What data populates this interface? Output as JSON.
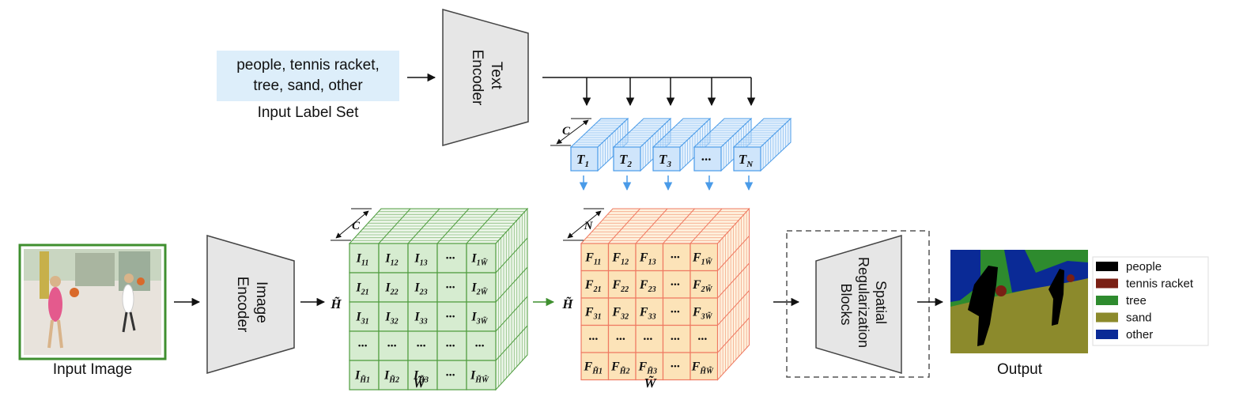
{
  "label_set": {
    "line1": "people, tennis racket,",
    "line2": "tree, sand, other",
    "caption": "Input Label Set"
  },
  "text_encoder": {
    "line1": "Text",
    "line2": "Encoder"
  },
  "image_encoder": {
    "line1": "Image",
    "line2": "Encoder"
  },
  "srb": {
    "line1": "Spatial",
    "line2": "Regularization",
    "line3": "Blocks"
  },
  "input_image_caption": "Input Image",
  "output_caption": "Output",
  "text_features": {
    "dim_label": "C",
    "tokens": [
      {
        "base": "T",
        "sub": "1"
      },
      {
        "base": "T",
        "sub": "2"
      },
      {
        "base": "T",
        "sub": "3"
      },
      {
        "base": "···",
        "sub": ""
      },
      {
        "base": "T",
        "sub": "N"
      }
    ]
  },
  "image_features": {
    "depth_label": "C",
    "height_label": "H̃",
    "width_label": "W̃",
    "cells": [
      [
        "I|11",
        "I|12",
        "I|13",
        "···|",
        "I|1W̃"
      ],
      [
        "I|21",
        "I|22",
        "I|23",
        "···|",
        "I|2W̃"
      ],
      [
        "I|31",
        "I|32",
        "I|33",
        "···|",
        "I|3W̃"
      ],
      [
        "···|",
        "···|",
        "···|",
        "···|",
        "···|"
      ],
      [
        "I|H̃1",
        "I|H̃2",
        "I|H̃3",
        "···|",
        "I|H̃W̃"
      ]
    ]
  },
  "fused_features": {
    "depth_label": "N",
    "height_label": "H̃",
    "width_label": "W̃",
    "cells": [
      [
        "F|11",
        "F|12",
        "F|13",
        "···|",
        "F|1W̃"
      ],
      [
        "F|21",
        "F|22",
        "F|23",
        "···|",
        "F|2W̃"
      ],
      [
        "F|31",
        "F|32",
        "F|33",
        "···|",
        "F|3W̃"
      ],
      [
        "···|",
        "···|",
        "···|",
        "···|",
        "···|"
      ],
      [
        "F|H̃1",
        "F|H̃2",
        "F|H̃3",
        "···|",
        "F|H̃W̃"
      ]
    ]
  },
  "legend": [
    {
      "label": "people",
      "color": "#000000"
    },
    {
      "label": "tennis racket",
      "color": "#7a1f14"
    },
    {
      "label": "tree",
      "color": "#2e8b2e"
    },
    {
      "label": "sand",
      "color": "#8c8a2c"
    },
    {
      "label": "other",
      "color": "#0a2a96"
    }
  ],
  "colors": {
    "text_grid_fill": "#cfe5fb",
    "text_grid_line": "#4a9be8",
    "img_grid_fill": "#d6ecd0",
    "img_grid_line": "#4f9c3f",
    "fuse_grid_fill": "#fce3b8",
    "fuse_grid_line": "#ef7a62",
    "encoder_fill": "#e6e6e6",
    "encoder_stroke": "#444444",
    "green_arrow": "#3f8f2f",
    "blue_arrow": "#4a9be8"
  }
}
